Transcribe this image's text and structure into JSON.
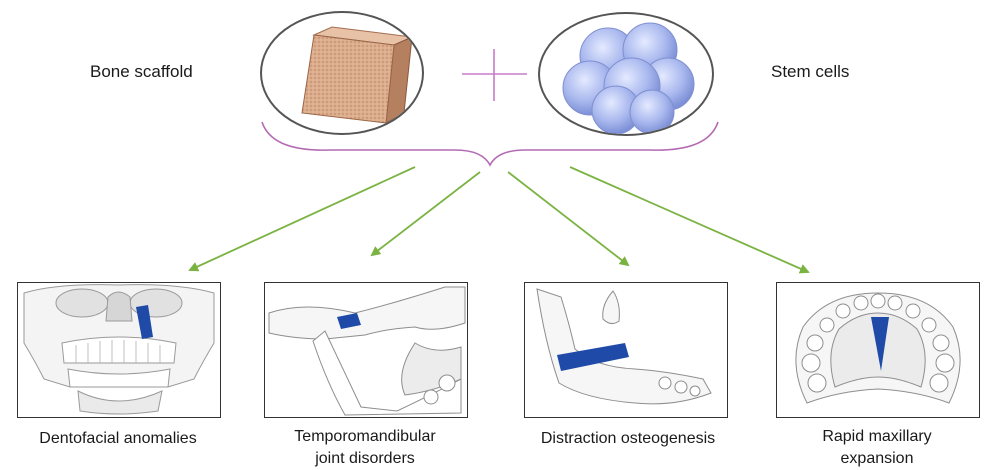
{
  "inputs": {
    "left_label": "Bone scaffold",
    "right_label": "Stem cells"
  },
  "applications": [
    {
      "line1": "Dentofacial anomalies",
      "line2": ""
    },
    {
      "line1": "Temporomandibular",
      "line2": "joint disorders"
    },
    {
      "line1": "Distraction osteogenesis",
      "line2": ""
    },
    {
      "line1": "Rapid maxillary",
      "line2": "expansion"
    }
  ],
  "colors": {
    "arrow": "#7bb343",
    "brace": "#b36ab3",
    "plus": "#c77cc7",
    "highlight": "#1f4aa8",
    "scaffold": "#d9a98a",
    "cells": "#a9b8ee"
  }
}
